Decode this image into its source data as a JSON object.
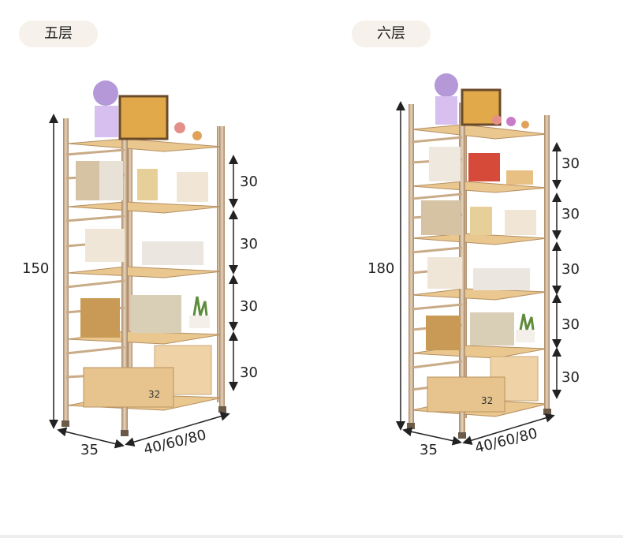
{
  "options": [
    {
      "label": "五层",
      "height": "150",
      "depth": "35",
      "width": "40/60/80",
      "gaps": [
        "30",
        "30",
        "30",
        "30"
      ],
      "box_number": "32"
    },
    {
      "label": "六层",
      "height": "180",
      "depth": "35",
      "width": "40/60/80",
      "gaps": [
        "30",
        "30",
        "30",
        "30",
        "30"
      ],
      "box_number": "32"
    }
  ],
  "colors": {
    "tag_bg": "#f6f1ea",
    "frame": "#c9ab88",
    "shelf_wood": "#e9c78e",
    "arrow": "#222222"
  }
}
